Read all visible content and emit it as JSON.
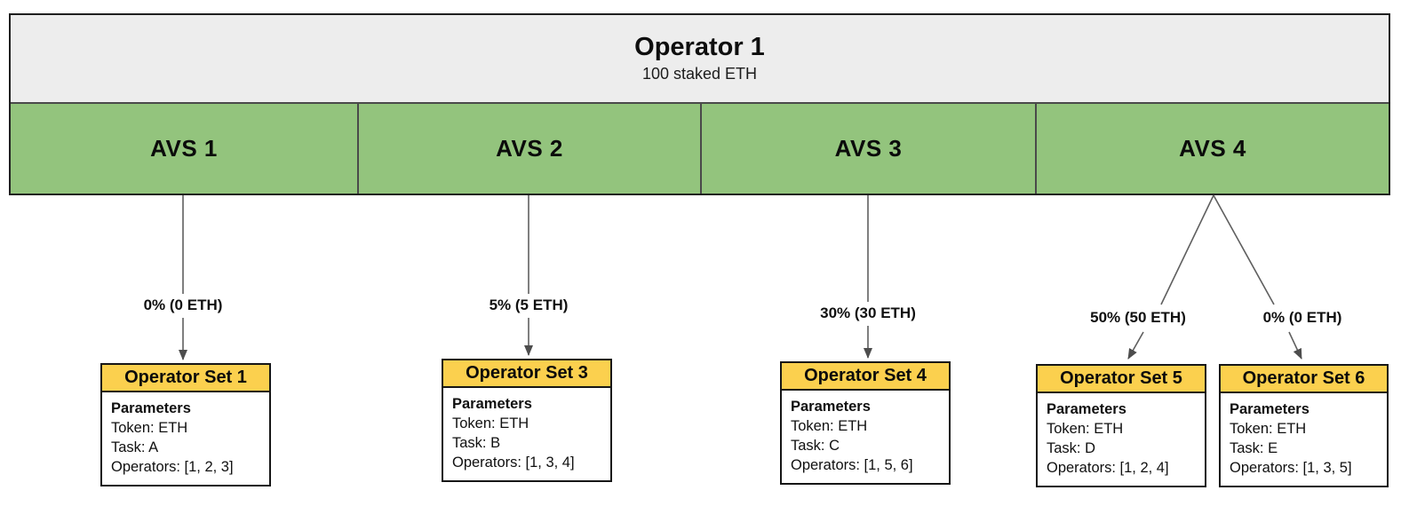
{
  "operator": {
    "title": "Operator 1",
    "subtitle": "100 staked ETH"
  },
  "avs": [
    {
      "label": "AVS 1"
    },
    {
      "label": "AVS 2"
    },
    {
      "label": "AVS 3"
    },
    {
      "label": "AVS 4"
    }
  ],
  "allocations": [
    {
      "from": "AVS 1",
      "to": "Operator Set 1",
      "label": "0% (0 ETH)"
    },
    {
      "from": "AVS 2",
      "to": "Operator Set 3",
      "label": "5% (5 ETH)"
    },
    {
      "from": "AVS 3",
      "to": "Operator Set 4",
      "label": "30% (30 ETH)"
    },
    {
      "from": "AVS 4",
      "to": "Operator Set 5",
      "label": "50% (50 ETH)"
    },
    {
      "from": "AVS 4",
      "to": "Operator Set 6",
      "label": "0% (0 ETH)"
    }
  ],
  "operator_sets": [
    {
      "title": "Operator Set 1",
      "params_heading": "Parameters",
      "token": "Token: ETH",
      "task": "Task: A",
      "operators": "Operators: [1, 2, 3]"
    },
    {
      "title": "Operator Set 3",
      "params_heading": "Parameters",
      "token": "Token: ETH",
      "task": "Task: B",
      "operators": "Operators: [1, 3, 4]"
    },
    {
      "title": "Operator Set 4",
      "params_heading": "Parameters",
      "token": "Token: ETH",
      "task": "Task: C",
      "operators": "Operators: [1, 5, 6]"
    },
    {
      "title": "Operator Set 5",
      "params_heading": "Parameters",
      "token": "Token: ETH",
      "task": "Task: D",
      "operators": "Operators: [1, 2, 4]"
    },
    {
      "title": "Operator Set 6",
      "params_heading": "Parameters",
      "token": "Token: ETH",
      "task": "Task: E",
      "operators": "Operators: [1, 3, 5]"
    }
  ],
  "colors": {
    "avs_green": "#93C47D",
    "operator_gray": "#EDEDED",
    "set_yellow": "#FBD04E",
    "arrow_gray": "#5f5f5f"
  }
}
